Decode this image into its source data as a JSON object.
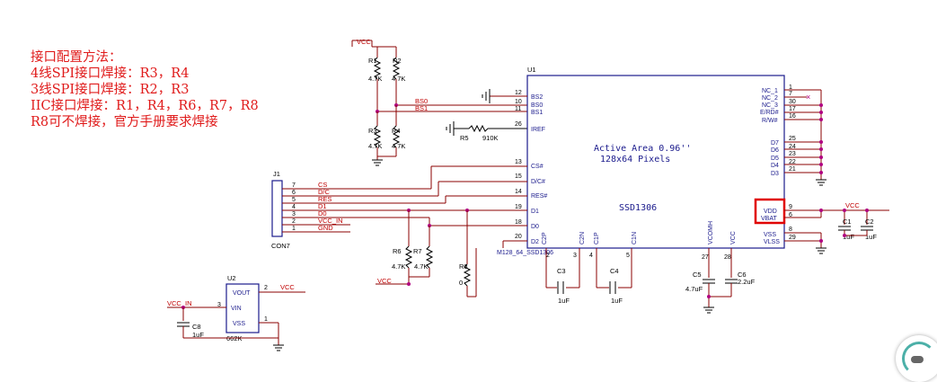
{
  "notes": {
    "line1": "接口配置方法：",
    "line2": "4线SPI接口焊接：R3，R4",
    "line3": "3线SPI接口焊接：R2，R3",
    "line4": "IIC接口焊接：R1，R4，R6，R7，R8",
    "line5": "R8可不焊接，官方手册要求焊接"
  },
  "colors": {
    "note": "#e01b1b",
    "net": "#c00000",
    "wire": "#8b0000",
    "component": "#1a1a8c",
    "highlight": "#e00000"
  },
  "u1": {
    "ref": "U1",
    "name": "SSD1306",
    "active_area": "Active Area 0.96''",
    "pixels": "128x64 Pixels",
    "part": "M128_64_SSD1306",
    "left_pins": [
      {
        "num": "12",
        "name": "BS2"
      },
      {
        "num": "10",
        "name": "BS0"
      },
      {
        "num": "11",
        "name": "BS1"
      },
      {
        "num": "26",
        "name": "IREF"
      },
      {
        "num": "13",
        "name": "CS#"
      },
      {
        "num": "15",
        "name": "D/C#"
      },
      {
        "num": "14",
        "name": "RES#"
      },
      {
        "num": "19",
        "name": "D1"
      },
      {
        "num": "18",
        "name": "D0"
      },
      {
        "num": "20",
        "name": "D2"
      }
    ],
    "right_pins": [
      {
        "num": "1",
        "name": "NC_1"
      },
      {
        "num": "7",
        "name": "NC_2"
      },
      {
        "num": "30",
        "name": "NC_3"
      },
      {
        "num": "17",
        "name": "E/RD#"
      },
      {
        "num": "16",
        "name": "R/W#"
      },
      {
        "num": "25",
        "name": "D7"
      },
      {
        "num": "24",
        "name": "D6"
      },
      {
        "num": "23",
        "name": "D5"
      },
      {
        "num": "22",
        "name": "D4"
      },
      {
        "num": "21",
        "name": "D3"
      },
      {
        "num": "9",
        "name": "VDD"
      },
      {
        "num": "6",
        "name": "VBAT"
      },
      {
        "num": "8",
        "name": "VSS"
      },
      {
        "num": "29",
        "name": "VLSS"
      }
    ],
    "bottom_pins": [
      {
        "num": "2",
        "name": "C2P"
      },
      {
        "num": "3",
        "name": "C2N"
      },
      {
        "num": "4",
        "name": "C1P"
      },
      {
        "num": "5",
        "name": "C1N"
      },
      {
        "num": "27",
        "name": "VCOMH"
      },
      {
        "num": "28",
        "name": "VCC"
      }
    ]
  },
  "j1": {
    "ref": "J1",
    "name": "CON7",
    "pins": [
      {
        "num": "7",
        "net": "CS"
      },
      {
        "num": "6",
        "net": "D/C"
      },
      {
        "num": "5",
        "net": "RES"
      },
      {
        "num": "4",
        "net": "D1"
      },
      {
        "num": "3",
        "net": "D0"
      },
      {
        "num": "2",
        "net": "VCC_IN"
      },
      {
        "num": "1",
        "net": "GND"
      }
    ]
  },
  "u2": {
    "ref": "U2",
    "name": "662K",
    "pins": [
      {
        "num": "2",
        "name": "VOUT"
      },
      {
        "num": "3",
        "name": "VIN"
      },
      {
        "num": "1",
        "name": "VSS"
      }
    ],
    "vout_net": "VCC",
    "vin_net": "VCC_IN"
  },
  "resistors": {
    "r1": {
      "ref": "R1",
      "value": "4.7K"
    },
    "r2": {
      "ref": "R2",
      "value": "4.7K"
    },
    "r3": {
      "ref": "R3",
      "value": "4.7K"
    },
    "r4": {
      "ref": "R4",
      "value": "4.7K"
    },
    "r5": {
      "ref": "R5",
      "value": "910K"
    },
    "r6": {
      "ref": "R6",
      "value": "4.7K"
    },
    "r7": {
      "ref": "R7",
      "value": "4.7K"
    },
    "r8": {
      "ref": "R8",
      "value": "0"
    }
  },
  "caps": {
    "c1": {
      "ref": "C1",
      "value": "1uF"
    },
    "c2": {
      "ref": "C2",
      "value": "1uF"
    },
    "c3": {
      "ref": "C3",
      "value": "1uF"
    },
    "c4": {
      "ref": "C4",
      "value": "1uF"
    },
    "c5": {
      "ref": "C5",
      "value": "4.7uF"
    },
    "c6": {
      "ref": "C6",
      "value": "2.2uF"
    },
    "c8": {
      "ref": "C8",
      "value": "1uF"
    }
  },
  "nets": {
    "vcc": "VCC",
    "bs0": "BS0",
    "bs1": "BS1",
    "vcc_in": "VCC_IN"
  }
}
